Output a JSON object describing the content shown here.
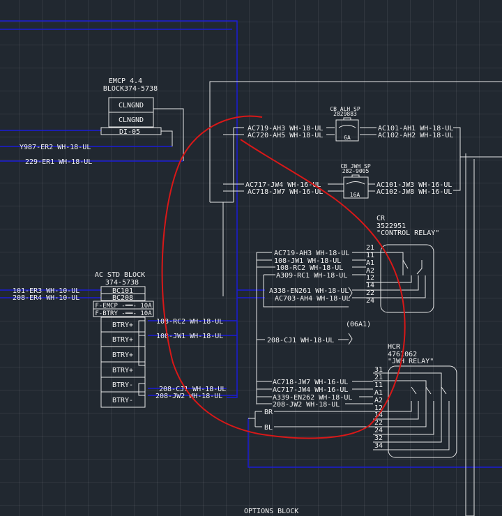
{
  "colors": {
    "background": "#212830",
    "wire": "#e8e8e8",
    "bus": "#1a1ad8",
    "markup": "#d81818"
  },
  "emcp": {
    "title": "EMCP 4.4",
    "part": "BLOCK374-5738",
    "terminals": [
      "CLNGND",
      "CLNGND",
      "DI-05"
    ],
    "wires": [
      "Y987-ER2 WH-18-UL",
      "229-ER1 WH-18-UL"
    ]
  },
  "cb_alh": {
    "title": "CB_ALH_SP",
    "part": "2829883",
    "rating": "6A",
    "left": [
      "AC719-AH3 WH-18-UL",
      "AC720-AH5 WH-18-UL"
    ],
    "right": [
      "AC101-AH1 WH-18-UL",
      "AC102-AH2 WH-18-UL"
    ]
  },
  "cb_jwh": {
    "title": "CB_JWH_SP",
    "part": "282-9005",
    "rating": "16A",
    "left": [
      "AC717-JW4 WH-16-UL",
      "AC718-JW7 WH-16-UL"
    ],
    "right": [
      "AC101-JW3 WH-16-UL",
      "AC102-JW8 WH-16-UL"
    ]
  },
  "cr": {
    "title": "CR",
    "part": "3522951",
    "desc": "\"CONTROL RELAY\"",
    "terminals": [
      "21",
      "11",
      "A1",
      "A2",
      "12",
      "14",
      "22",
      "24"
    ],
    "wires": [
      "AC719-AH3 WH-18-UL",
      "108-JW1 WH-18-UL",
      "108-RC2 WH-18-UL",
      "A309-RC1 WH-18-UL",
      "A338-EN261 WH-18-UL",
      "AC703-AH4 WH-18-UL"
    ],
    "connector": "(06A1)",
    "cj1": "208-CJ1 WH-18-UL"
  },
  "hcr": {
    "title": "HCR",
    "part": "4761062",
    "desc": "\"JWH RELAY\"",
    "terminals": [
      "31",
      "21",
      "11",
      "A1",
      "A2",
      "12",
      "14",
      "22",
      "24",
      "32",
      "34"
    ],
    "wires": [
      "AC718-JW7 WH-16-UL",
      "AC717-JW4 WH-16-UL",
      "A339-EN262 WH-18-UL",
      "208-JW2 WH-18-UL",
      "BR",
      "BL"
    ]
  },
  "acstd": {
    "title": "AC STD BLOCK",
    "part": "374-5738",
    "terminals": [
      "BC101",
      "BC208",
      "F-EMCP -══- 10A",
      "F-BTRY -══- 10A",
      "BTRY+",
      "BTRY+",
      "BTRY+",
      "BTRY+",
      "BTRY-",
      "BTRY-"
    ],
    "left": [
      "101-ER3 WH-10-UL",
      "208-ER4 WH-10-UL"
    ],
    "right": [
      "108-RC2 WH-18-UL",
      "108-JW1 WH-18-UL",
      "208-CJ1 WH-18-UL",
      "208-JW2 WH-18-UL"
    ]
  },
  "options": {
    "title": "OPTIONS BLOCK"
  }
}
